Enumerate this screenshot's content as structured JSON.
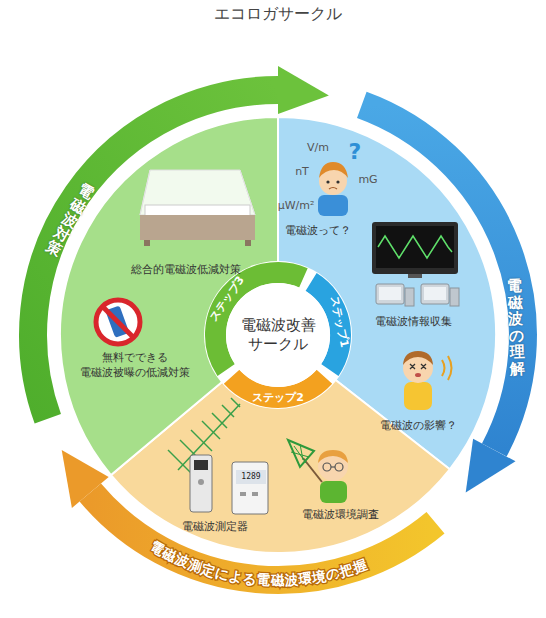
{
  "diagram": {
    "title": "エコロガサークル",
    "nodes": [
      {
        "text": [
          "電磁波改善 サークル"
        ]
      },
      {
        "text": [
          "ステップ1"
        ]
      },
      {
        "text": [
          "ステップ2"
        ]
      },
      {
        "text": [
          "ステップ3"
        ]
      }
    ],
    "labels": [
      "V/m",
      "?",
      "nT",
      "mG",
      "μW/m²",
      "電磁波って？",
      "電磁波情報収集",
      "電磁波の影響？",
      "電磁波環境調査",
      "1289",
      "電磁波測定器",
      "無料でできる 電磁波被曝の低減対策",
      "総合的電磁波低減対策",
      "電磁波対策",
      "電磁波の理解",
      "電磁波測定による電磁波環境の把握"
    ]
  }
}
